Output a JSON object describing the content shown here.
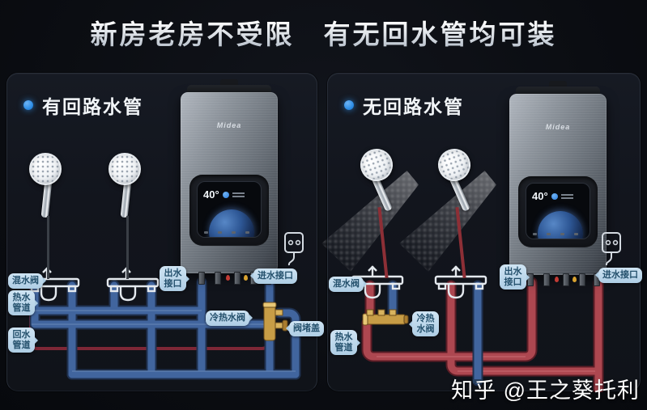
{
  "title": "新房老房不受限　有无回水管均可装",
  "watermark": "知乎 @王之葵托利",
  "heater": {
    "brand": "Midea",
    "display_temp": "40°"
  },
  "panels": {
    "left": {
      "header": "有回路水管",
      "labels": {
        "mixing_valve": "混水阀",
        "hot_pipe": "热水管道",
        "return_pipe": "回水管道",
        "outlet": "出水接口",
        "inlet": "进水接口",
        "hot_cold_valve": "冷热水阀",
        "valve_cap": "阀堵盖"
      }
    },
    "right": {
      "header": "无回路水管",
      "labels": {
        "mixing_valve": "混水阀",
        "hot_cold_valve": "冷热水阀",
        "hot_pipe": "热水管道",
        "outlet": "出水接口",
        "inlet": "进水接口"
      }
    }
  },
  "colors": {
    "background": "#0b0d12",
    "panel_bg": "#13161e",
    "accent_blue_dot": "#2f8fe8",
    "pipe_blue": "#41659e",
    "pipe_red": "#ad4750",
    "return_pipe_red": "#7d2736",
    "label_bg": "#b9d7ec",
    "label_text": "#24506c",
    "brass": "#d4ab55"
  }
}
